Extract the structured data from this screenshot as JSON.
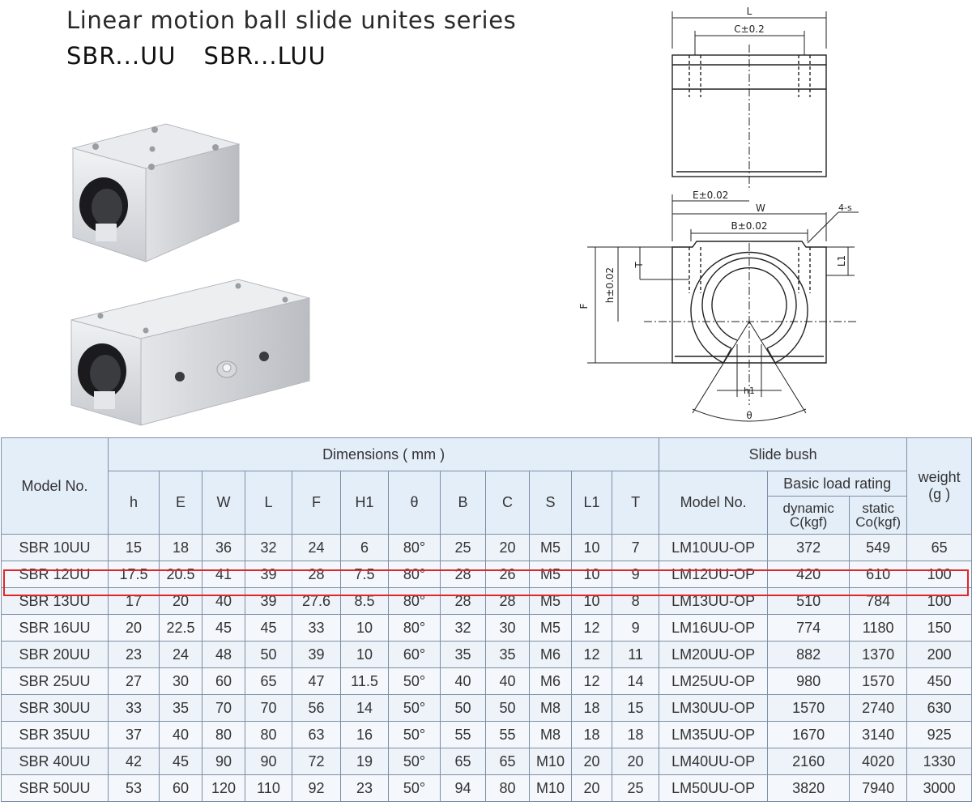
{
  "heading": {
    "line1": "Linear motion ball  slide unites series",
    "model_a": "SBR...UU",
    "model_b": "SBR...LUU"
  },
  "drawing": {
    "L": "L",
    "C": "C±0.2",
    "E": "E±0.02",
    "W": "W",
    "B": "B±0.02",
    "S": "4-s",
    "T": "T",
    "L1": "L1",
    "F": "F",
    "h": "h±0.02",
    "h1": "h1",
    "theta": "θ"
  },
  "table": {
    "model_no": "Model No.",
    "dimensions": "Dimensions ( mm )",
    "slide_bush": "Slide bush",
    "weight": "weight",
    "weight_unit": "(g )",
    "bush_model_no": "Model No.",
    "basic_load_rating": "Basic load rating",
    "dynamic": "dynamic",
    "dynamic_unit": "C(kgf)",
    "static": "static",
    "static_unit": "Co(kgf)",
    "dim_columns": [
      "h",
      "E",
      "W",
      "L",
      "F",
      "H1",
      "θ",
      "B",
      "C",
      "S",
      "L1",
      "T"
    ],
    "rows": [
      [
        "SBR 10UU",
        "15",
        "18",
        "36",
        "32",
        "24",
        "6",
        "80°",
        "25",
        "20",
        "M5",
        "10",
        "7",
        "LM10UU-OP",
        "372",
        "549",
        "65"
      ],
      [
        "SBR 12UU",
        "17.5",
        "20.5",
        "41",
        "39",
        "28",
        "7.5",
        "80°",
        "28",
        "26",
        "M5",
        "10",
        "9",
        "LM12UU-OP",
        "420",
        "610",
        "100"
      ],
      [
        "SBR 13UU",
        "17",
        "20",
        "40",
        "39",
        "27.6",
        "8.5",
        "80°",
        "28",
        "28",
        "M5",
        "10",
        "8",
        "LM13UU-OP",
        "510",
        "784",
        "100"
      ],
      [
        "SBR 16UU",
        "20",
        "22.5",
        "45",
        "45",
        "33",
        "10",
        "80°",
        "32",
        "30",
        "M5",
        "12",
        "9",
        "LM16UU-OP",
        "774",
        "1180",
        "150"
      ],
      [
        "SBR 20UU",
        "23",
        "24",
        "48",
        "50",
        "39",
        "10",
        "60°",
        "35",
        "35",
        "M6",
        "12",
        "11",
        "LM20UU-OP",
        "882",
        "1370",
        "200"
      ],
      [
        "SBR 25UU",
        "27",
        "30",
        "60",
        "65",
        "47",
        "11.5",
        "50°",
        "40",
        "40",
        "M6",
        "12",
        "14",
        "LM25UU-OP",
        "980",
        "1570",
        "450"
      ],
      [
        "SBR 30UU",
        "33",
        "35",
        "70",
        "70",
        "56",
        "14",
        "50°",
        "50",
        "50",
        "M8",
        "18",
        "15",
        "LM30UU-OP",
        "1570",
        "2740",
        "630"
      ],
      [
        "SBR 35UU",
        "37",
        "40",
        "80",
        "80",
        "63",
        "16",
        "50°",
        "55",
        "55",
        "M8",
        "18",
        "18",
        "LM35UU-OP",
        "1670",
        "3140",
        "925"
      ],
      [
        "SBR 40UU",
        "42",
        "45",
        "90",
        "90",
        "72",
        "19",
        "50°",
        "65",
        "65",
        "M10",
        "20",
        "20",
        "LM40UU-OP",
        "2160",
        "4020",
        "1330"
      ],
      [
        "SBR 50UU",
        "53",
        "60",
        "120",
        "110",
        "92",
        "23",
        "50°",
        "94",
        "80",
        "M10",
        "20",
        "25",
        "LM50UU-OP",
        "3820",
        "7940",
        "3000"
      ]
    ]
  },
  "colors": {
    "highlight": "#e0262a",
    "header_bg": "#e4eef9",
    "grid": "#7d8fa5"
  }
}
